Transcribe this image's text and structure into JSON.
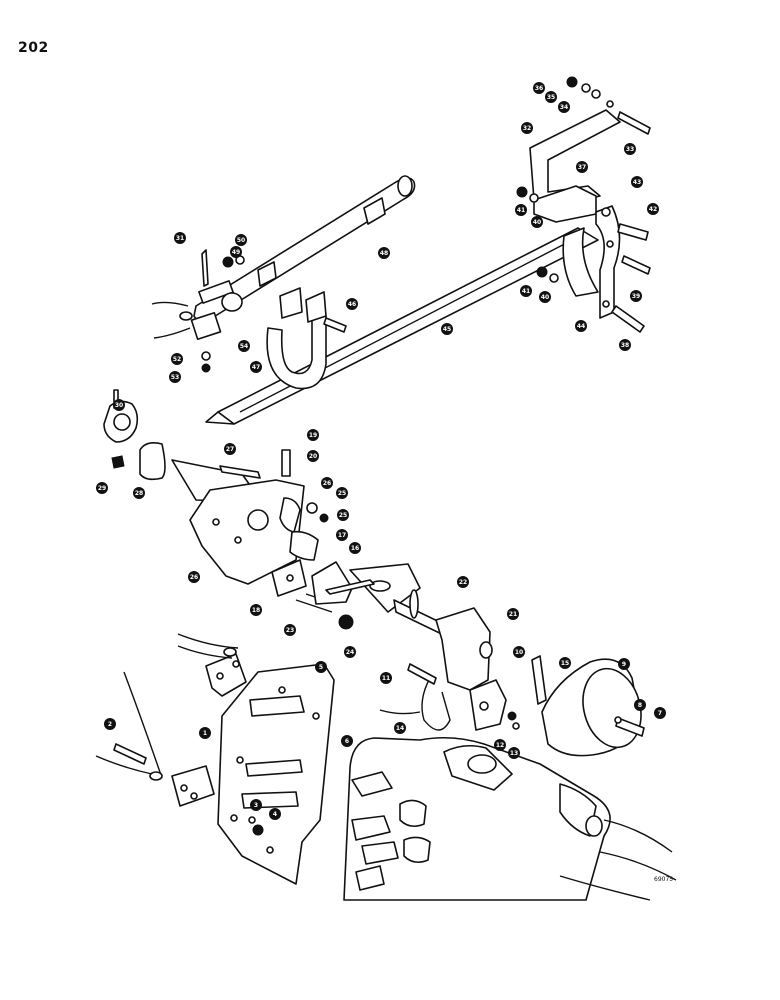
{
  "page": {
    "page_number": "202",
    "figure_ref": "69075"
  },
  "callouts": [
    {
      "label": "36"
    },
    {
      "label": "35"
    },
    {
      "label": "34"
    },
    {
      "label": "32"
    },
    {
      "label": "33"
    },
    {
      "label": "37"
    },
    {
      "label": "43"
    },
    {
      "label": "41"
    },
    {
      "label": "40"
    },
    {
      "label": "42"
    },
    {
      "label": "31"
    },
    {
      "label": "50"
    },
    {
      "label": "49"
    },
    {
      "label": "48"
    },
    {
      "label": "46"
    },
    {
      "label": "41"
    },
    {
      "label": "40"
    },
    {
      "label": "39"
    },
    {
      "label": "38"
    },
    {
      "label": "44"
    },
    {
      "label": "45"
    },
    {
      "label": "47"
    },
    {
      "label": "54"
    },
    {
      "label": "52"
    },
    {
      "label": "53"
    },
    {
      "label": "30"
    },
    {
      "label": "29"
    },
    {
      "label": "28"
    },
    {
      "label": "27"
    },
    {
      "label": "19"
    },
    {
      "label": "20"
    },
    {
      "label": "26"
    },
    {
      "label": "25"
    },
    {
      "label": "25"
    },
    {
      "label": "26"
    },
    {
      "label": "17"
    },
    {
      "label": "16"
    },
    {
      "label": "18"
    },
    {
      "label": "23"
    },
    {
      "label": "24"
    },
    {
      "label": "22"
    },
    {
      "label": "21"
    },
    {
      "label": "11"
    },
    {
      "label": "10"
    },
    {
      "label": "15"
    },
    {
      "label": "9"
    },
    {
      "label": "8"
    },
    {
      "label": "7"
    },
    {
      "label": "14"
    },
    {
      "label": "12"
    },
    {
      "label": "13"
    },
    {
      "label": "5"
    },
    {
      "label": "6"
    },
    {
      "label": "1"
    },
    {
      "label": "2"
    },
    {
      "label": "3"
    },
    {
      "label": "4"
    }
  ]
}
